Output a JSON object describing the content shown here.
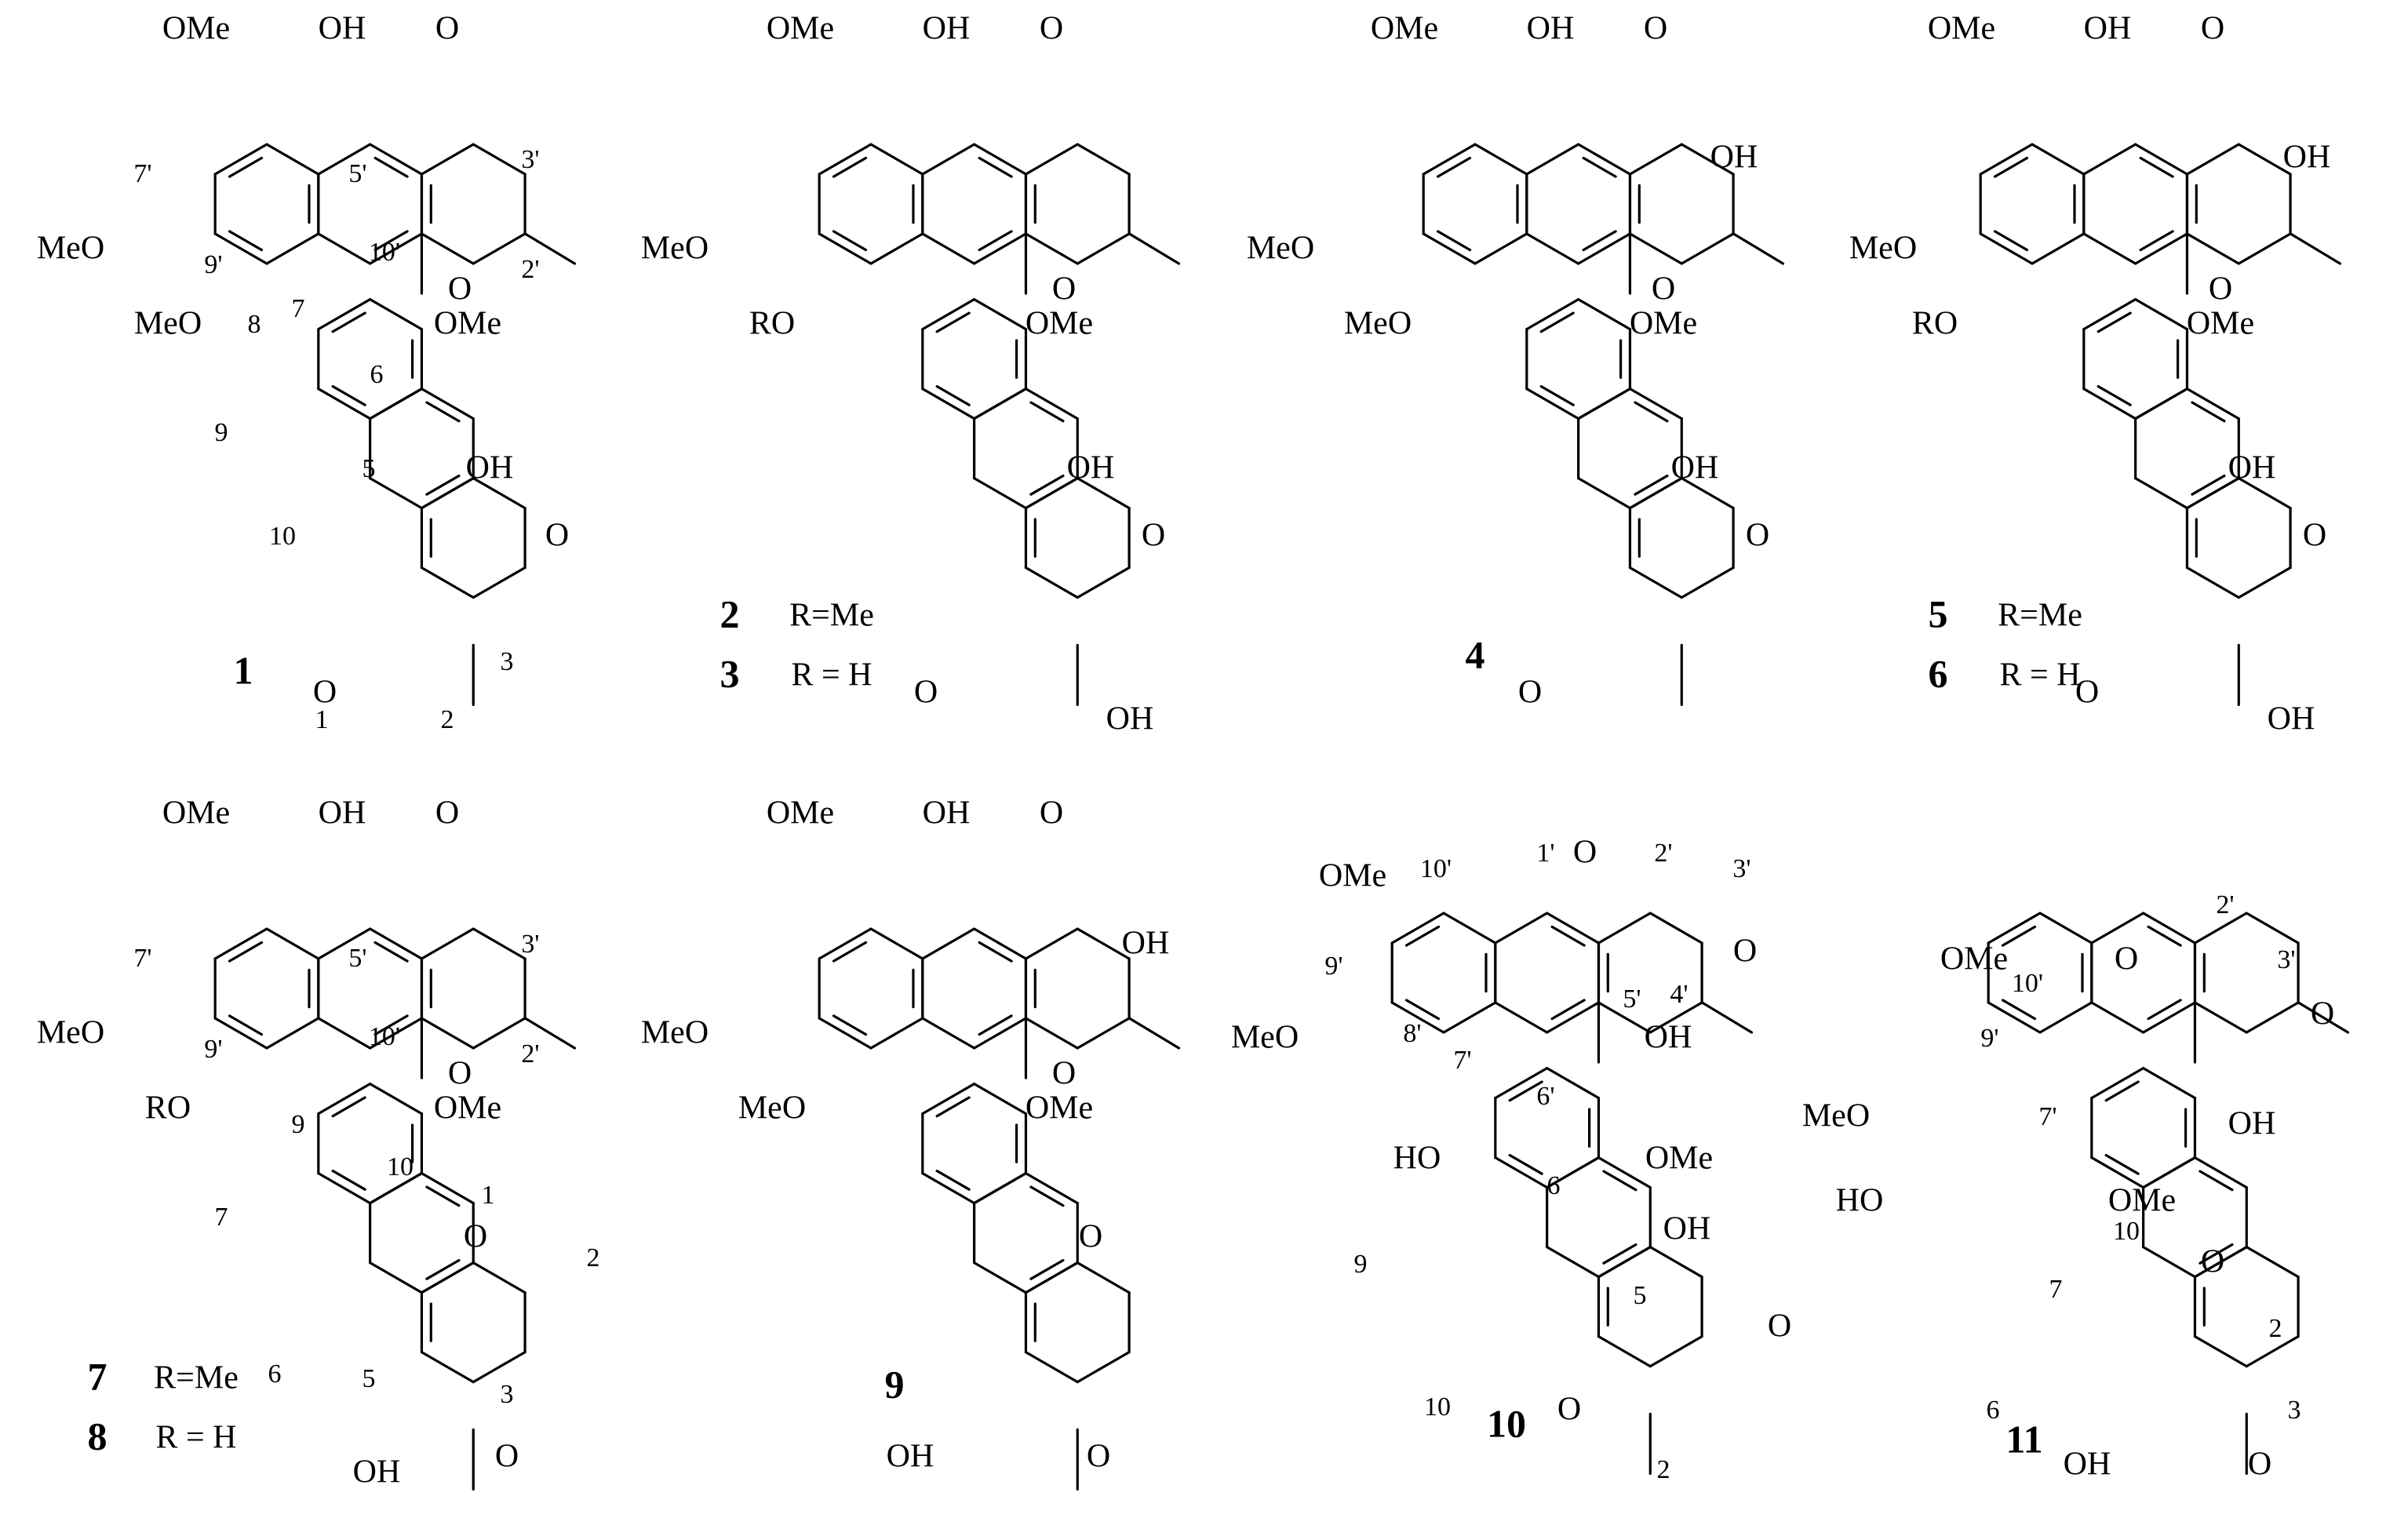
{
  "compounds": [
    {
      "id": "1",
      "labels": [
        "OMe",
        "OH",
        "O",
        "7'",
        "5'",
        "3'",
        "2'",
        "MeO",
        "9'",
        "10'",
        "O",
        "MeO",
        "8",
        "7",
        "OMe",
        "6",
        "9",
        "OH",
        "5",
        "10",
        "O",
        "O",
        "1",
        "2",
        "3"
      ]
    },
    {
      "id": "2",
      "r_groups": [
        "R=Me",
        "R = H"
      ],
      "second_id": "3",
      "labels": [
        "OMe",
        "OH",
        "O",
        "MeO",
        "O",
        "RO",
        "OMe",
        "OH",
        "O",
        "O",
        "OH"
      ]
    },
    {
      "id": "4",
      "labels": [
        "OMe",
        "OH",
        "O",
        "OH",
        "MeO",
        "O",
        "MeO",
        "OMe",
        "OH",
        "O",
        "O"
      ]
    },
    {
      "id": "5",
      "r_groups": [
        "R=Me",
        "R = H"
      ],
      "second_id": "6",
      "labels": [
        "OMe",
        "OH",
        "O",
        "OH",
        "MeO",
        "O",
        "RO",
        "OMe",
        "OH",
        "O",
        "O",
        "OH"
      ]
    },
    {
      "id": "7",
      "r_groups": [
        "R=Me",
        "R = H"
      ],
      "second_id": "8",
      "labels": [
        "OMe",
        "OH",
        "O",
        "7'",
        "5'",
        "3'",
        "2'",
        "MeO",
        "9'",
        "10'",
        "O",
        "9",
        "RO",
        "OMe",
        "10",
        "1",
        "O",
        "7",
        "2",
        "6",
        "5",
        "3",
        "OH",
        "O"
      ]
    },
    {
      "id": "9",
      "labels": [
        "OMe",
        "OH",
        "O",
        "OH",
        "MeO",
        "O",
        "MeO",
        "OMe",
        "O",
        "OH",
        "O"
      ]
    },
    {
      "id": "10",
      "labels": [
        "1'",
        "2'",
        "O",
        "3'",
        "OMe",
        "10'",
        "9'",
        "4'",
        "O",
        "5'",
        "MeO",
        "8'",
        "7'",
        "OH",
        "6'",
        "HO",
        "OMe",
        "6",
        "OH",
        "9",
        "5",
        "O",
        "10",
        "O",
        "2"
      ]
    },
    {
      "id": "11",
      "labels": [
        "2'",
        "OMe",
        "O",
        "3'",
        "10'",
        "9'",
        "O",
        "MeO",
        "7'",
        "OH",
        "HO",
        "OMe",
        "10",
        "O",
        "7",
        "2",
        "6",
        "3",
        "OH",
        "O"
      ]
    }
  ]
}
